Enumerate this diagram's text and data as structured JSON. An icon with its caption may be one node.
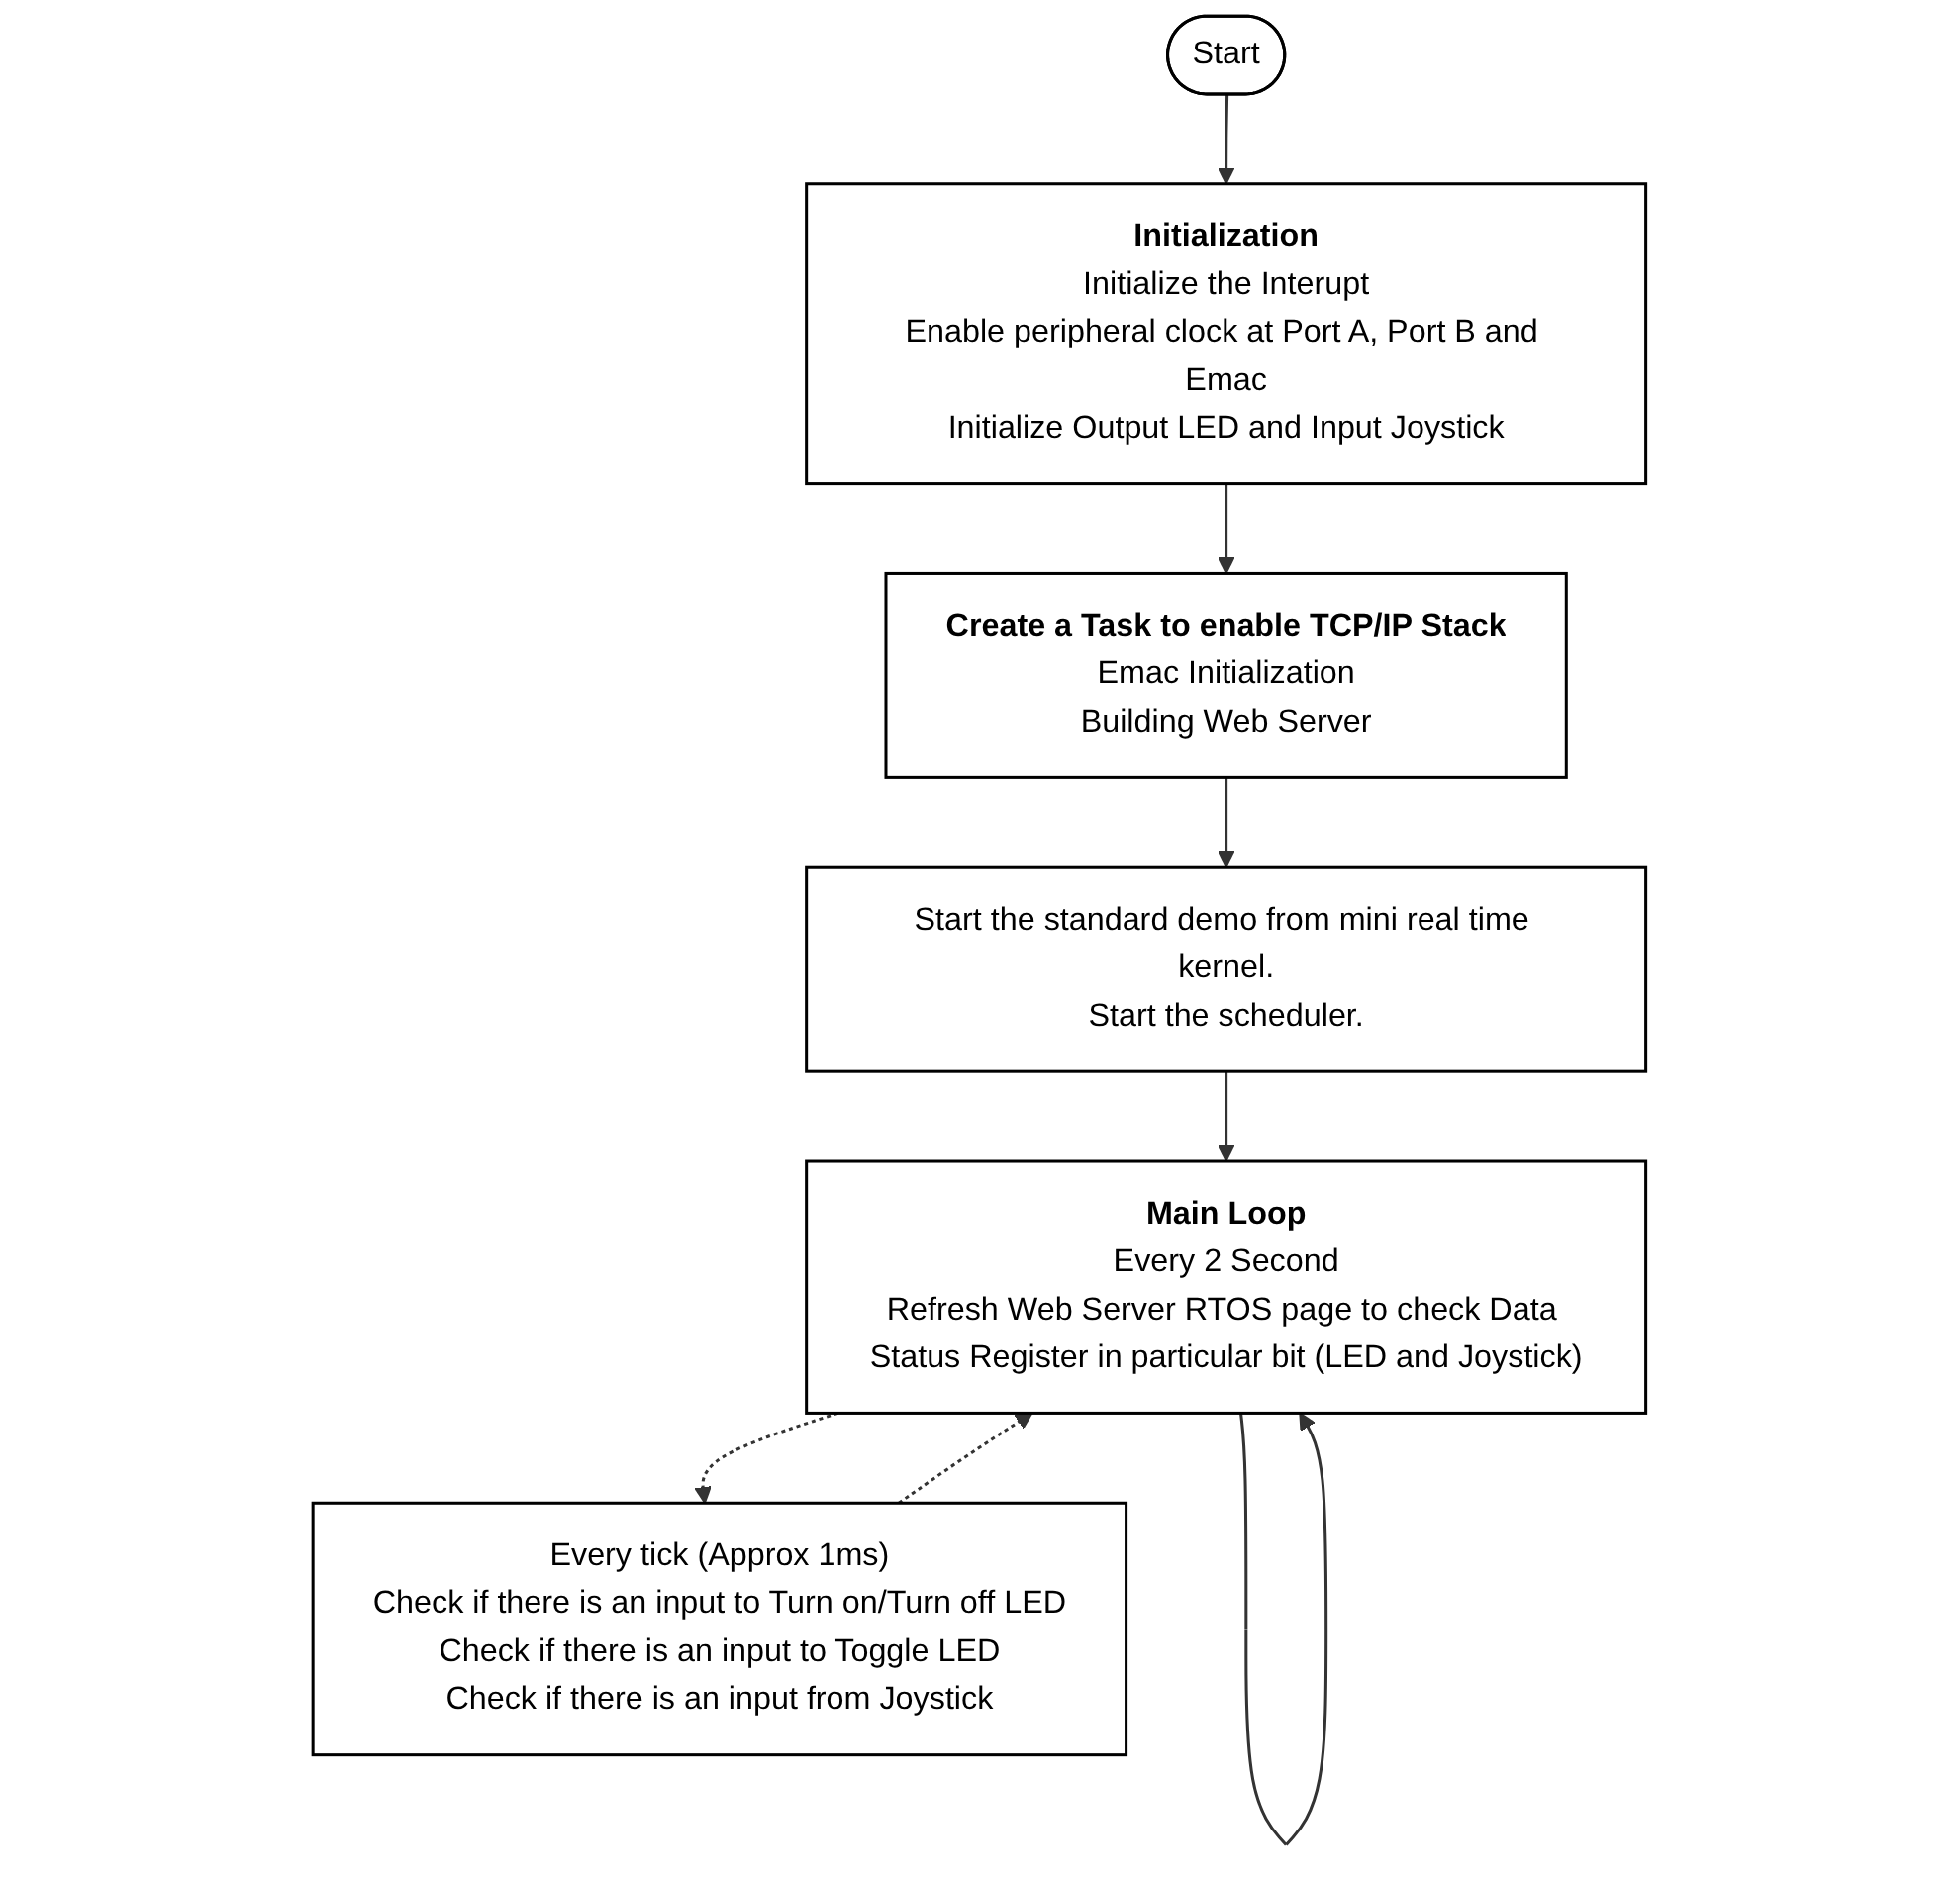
{
  "diagram": {
    "nodes": [
      {
        "text": [
          "Start"
        ]
      },
      {
        "text": [
          "Initialization",
          "Initialize the Interupt",
          "Enable peripheral clock at Port A, Port B and Emac",
          "Initialize Output LED and Input Joystick"
        ]
      },
      {
        "text": [
          "Create a Task to enable TCP/IP Stack",
          "Emac Initialization",
          "Building Web Server"
        ]
      },
      {
        "text": [
          "Start the standard demo from mini real time kernel.",
          "Start the scheduler."
        ]
      },
      {
        "text": [
          "Main Loop",
          "Every 2 Second",
          "Refresh Web Server RTOS page to check Data Status Register in particular bit (LED and Joystick)"
        ]
      },
      {
        "text": [
          "Every tick (Approx 1ms)",
          "Check if there is an input to Turn on/Turn off LED",
          "Check if there is an input to Toggle LED",
          "Check if there is an input from Joystick"
        ]
      }
    ],
    "edges": [
      {
        "from": 0,
        "to": 1,
        "arrow": "to"
      },
      {
        "from": 1,
        "to": 2,
        "arrow": "to"
      },
      {
        "from": 2,
        "to": 3,
        "arrow": "to"
      },
      {
        "from": 3,
        "to": 4,
        "arrow": "to"
      },
      {
        "from": 4,
        "to": 4,
        "arrow": "to"
      },
      {
        "from": 4,
        "to": 5,
        "arrow": "to",
        "style": "dashed"
      },
      {
        "from": 5,
        "to": 4,
        "arrow": "to",
        "style": "dashed"
      }
    ]
  }
}
